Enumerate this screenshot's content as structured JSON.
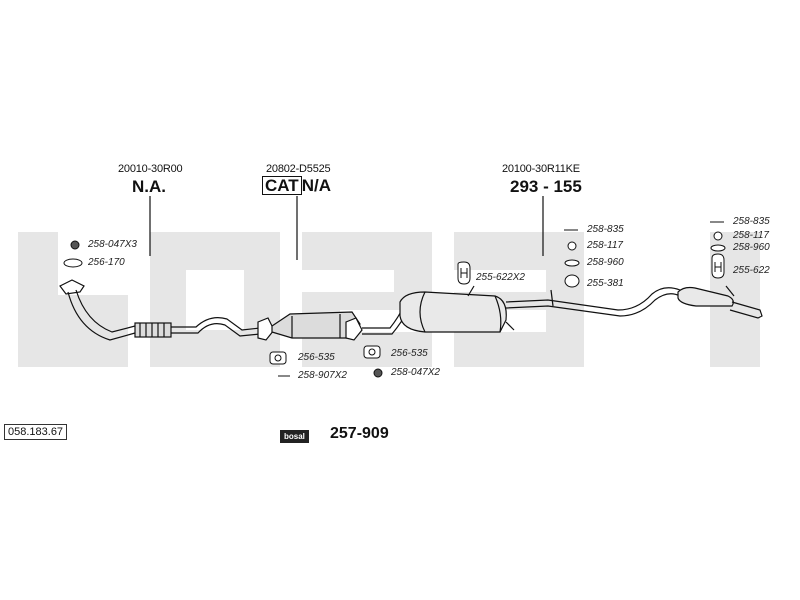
{
  "references": {
    "front": {
      "code": "20010-30R00",
      "label": "N.A."
    },
    "cat": {
      "code": "20802-D5525",
      "cat_word": "CAT",
      "label": "N/A"
    },
    "rear": {
      "code": "20100-30R11KE",
      "label": "293 - 155"
    }
  },
  "parts": {
    "p1": "258-047X3",
    "p2": "256-170",
    "p3": "256-535",
    "p4": "258-907X2",
    "p5": "256-535",
    "p6": "258-047X2",
    "p7": "255-622X2",
    "p8": "258-835",
    "p9": "258-117",
    "p10": "258-960",
    "p11": "255-381",
    "p12": "258-835",
    "p13": "258-117",
    "p14": "258-960",
    "p15": "255-622"
  },
  "footer": {
    "catalog_number": "058.183.67",
    "logo_text": "bosal",
    "part_number": "257-909"
  },
  "colors": {
    "line": "#111111",
    "watermark": "#e6e6e6",
    "pipe_fill": "#dcdcdc"
  }
}
